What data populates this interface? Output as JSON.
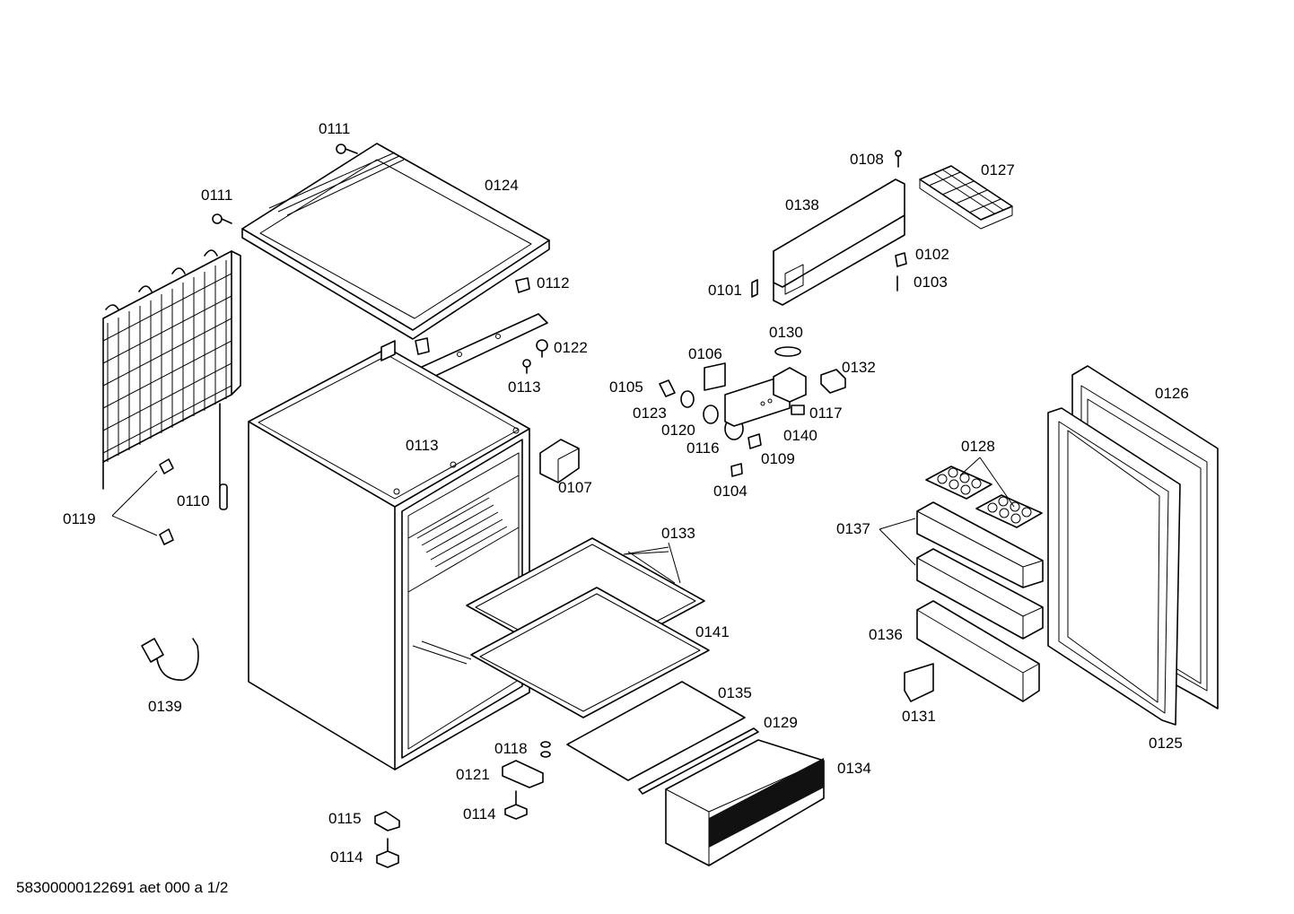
{
  "labels": {
    "l0111a": "0111",
    "l0111b": "0111",
    "l0124": "0124",
    "l0112": "0112",
    "l0122": "0122",
    "l0113a": "0113",
    "l0113b": "0113",
    "l0107": "0107",
    "l0119": "0119",
    "l0110": "0110",
    "l0139": "0139",
    "l0133": "0133",
    "l0141": "0141",
    "l0135": "0135",
    "l0129": "0129",
    "l0134": "0134",
    "l0118": "0118",
    "l0121": "0121",
    "l0114a": "0114",
    "l0115": "0115",
    "l0114b": "0114",
    "l0108": "0108",
    "l0127": "0127",
    "l0138": "0138",
    "l0102": "0102",
    "l0103": "0103",
    "l0101": "0101",
    "l0130": "0130",
    "l0106": "0106",
    "l0132": "0132",
    "l0105": "0105",
    "l0123": "0123",
    "l0117": "0117",
    "l0120": "0120",
    "l0140": "0140",
    "l0116": "0116",
    "l0109": "0109",
    "l0104": "0104",
    "l0126": "0126",
    "l0128": "0128",
    "l0137": "0137",
    "l0136": "0136",
    "l0131": "0131",
    "l0125": "0125"
  },
  "footer": "58300000122691 aet 000 a 1/2"
}
